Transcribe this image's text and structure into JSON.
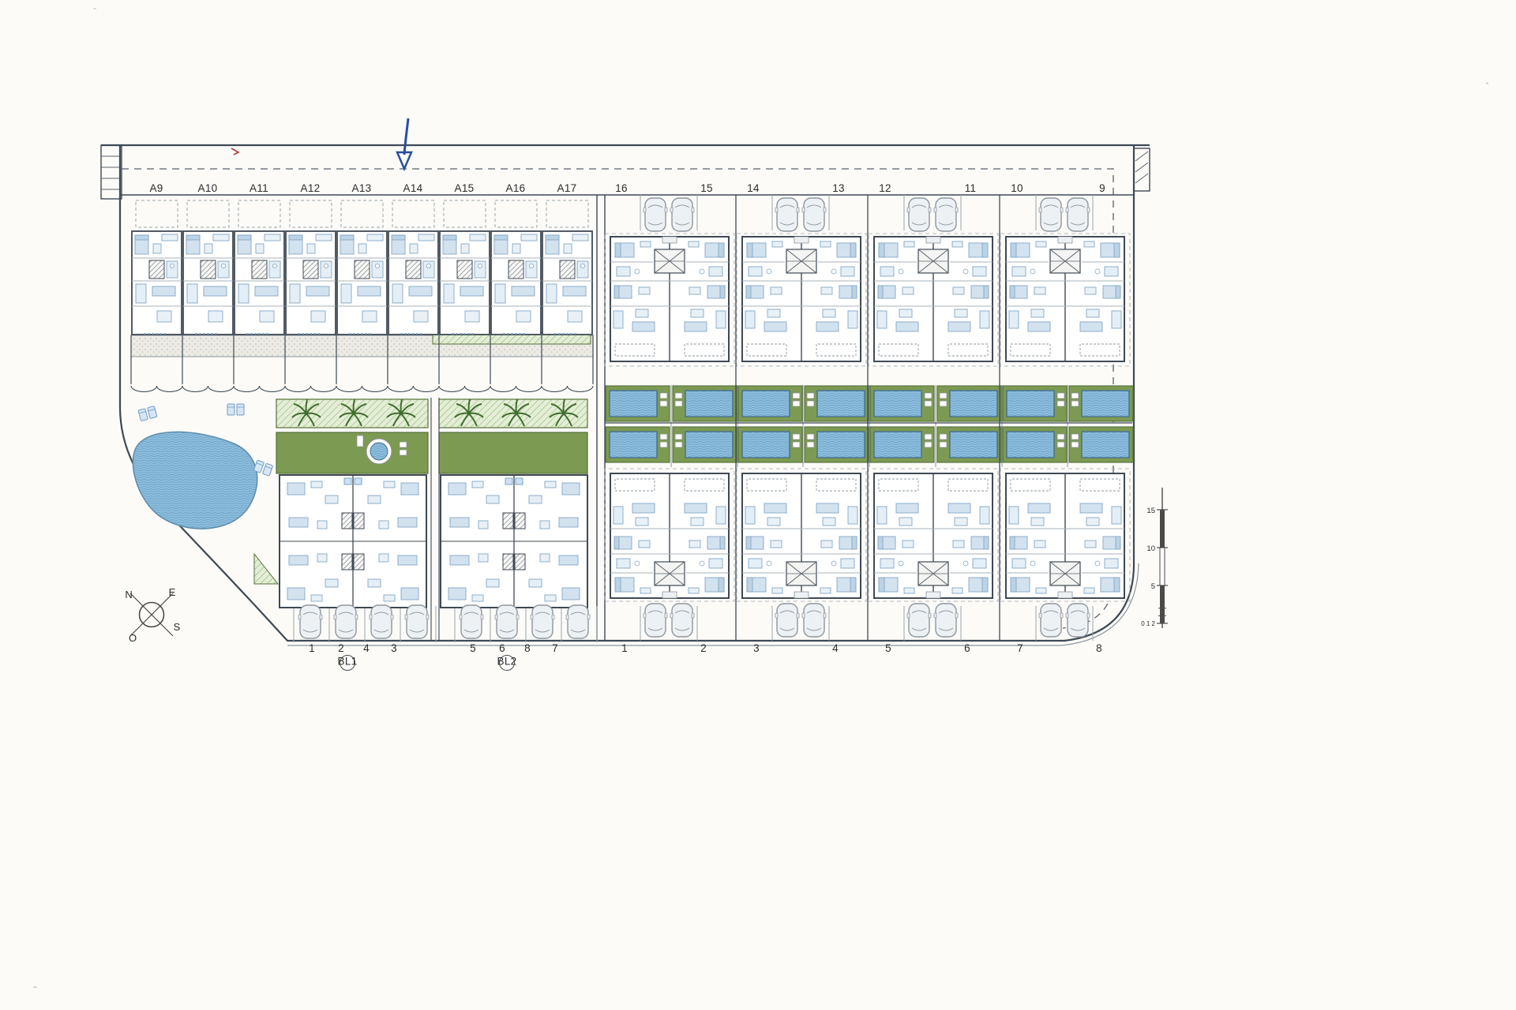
{
  "labels": {
    "top_left_units": [
      "A9",
      "A10",
      "A11",
      "A12",
      "A13",
      "A14",
      "A15",
      "A16",
      "A17"
    ],
    "top_right_units": [
      "16",
      "15",
      "14",
      "13",
      "12",
      "11",
      "10",
      "9"
    ],
    "bottom_right_units": [
      "1",
      "2",
      "3",
      "4",
      "5",
      "6",
      "7",
      "8"
    ],
    "bottom_left_block1_units": [
      "1",
      "2",
      "4",
      "3"
    ],
    "bottom_left_block2_units": [
      "5",
      "6",
      "8",
      "7"
    ],
    "block_badges": [
      "BL1",
      "BL2"
    ],
    "compass": {
      "n": "N",
      "e": "E",
      "s": "S",
      "o": "O"
    },
    "scale_ticks": [
      "15",
      "10",
      "5",
      "0 1 2"
    ]
  },
  "colors": {
    "line": "#3f4954",
    "garden_green": "#7d9a52",
    "garden_border": "#55703a",
    "pool_blue": "#8cbcdb",
    "furniture_blue": "#d3e2ef",
    "arrow_blue": "#2a4fa0",
    "annotation_red": "#b23b35"
  }
}
